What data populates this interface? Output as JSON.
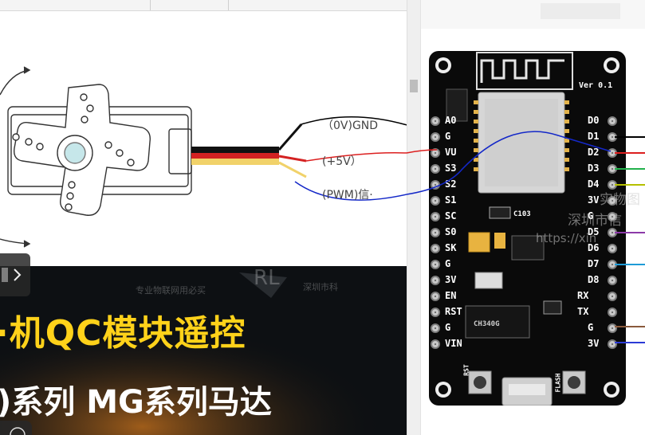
{
  "diagram": {
    "wire_labels": {
      "gnd": "（0V)GND",
      "vcc": "(+5V）",
      "pwm": "(PWM)信·"
    }
  },
  "banner": {
    "line1": "·机QC模块遥控",
    "line2": ")系列 MG系列马达",
    "watermark_a": "专业物联网用必买",
    "watermark_b": "深圳市科",
    "watermark_c": "RL"
  },
  "board": {
    "version": "Ver 0.1",
    "left_pins": [
      "A0",
      "G",
      "VU",
      "S3",
      "S2",
      "S1",
      "SC",
      "S0",
      "SK",
      "G",
      "3V",
      "EN",
      "RST",
      "G",
      "VIN"
    ],
    "right_pins": [
      "D0",
      "D1",
      "D2",
      "D3",
      "D4",
      "3V",
      "G",
      "D5",
      "D6",
      "D7",
      "D8",
      "RX",
      "TX",
      "G",
      "3V"
    ],
    "chips": {
      "regulator": "C103",
      "ic": "CH340G"
    },
    "buttons": {
      "rst": "RST",
      "flash": "FLASH"
    },
    "watermark": {
      "l1": "实物图",
      "l2": "深圳市信",
      "l3": "https://xin"
    }
  },
  "colors": {
    "gnd": "#000000",
    "vcc": "#dc1f1f",
    "pwm": "#1428c8",
    "banner_text": "#ffd21a"
  }
}
